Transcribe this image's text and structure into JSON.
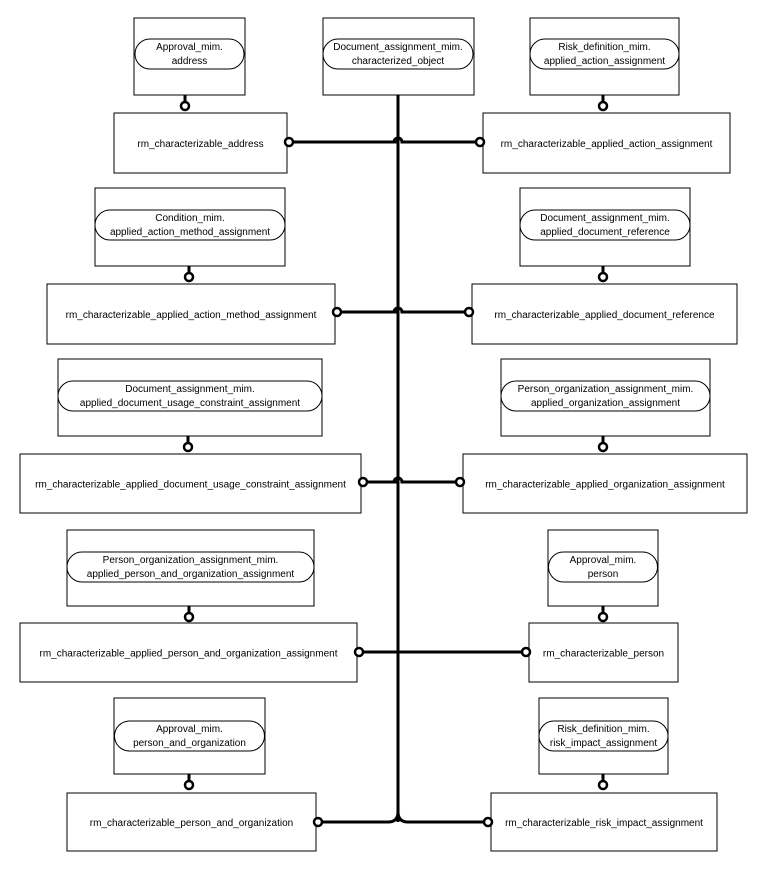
{
  "colors": {
    "line": "#000000",
    "fill": "#ffffff"
  },
  "trunk": {
    "top_label_line1": "Document_assignment_mim.",
    "top_label_line2": "characterized_object"
  },
  "left": [
    {
      "ref_line1": "Approval_mim.",
      "ref_line2": "address",
      "type_label": "rm_characterizable_address"
    },
    {
      "ref_line1": "Condition_mim.",
      "ref_line2": "applied_action_method_assignment",
      "type_label": "rm_characterizable_applied_action_method_assignment"
    },
    {
      "ref_line1": "Document_assignment_mim.",
      "ref_line2": "applied_document_usage_constraint_assignment",
      "type_label": "rm_characterizable_applied_document_usage_constraint_assignment"
    },
    {
      "ref_line1": "Person_organization_assignment_mim.",
      "ref_line2": "applied_person_and_organization_assignment",
      "type_label": "rm_characterizable_applied_person_and_organization_assignment"
    },
    {
      "ref_line1": "Approval_mim.",
      "ref_line2": "person_and_organization",
      "type_label": "rm_characterizable_person_and_organization"
    }
  ],
  "right": [
    {
      "ref_line1": "Risk_definition_mim.",
      "ref_line2": "applied_action_assignment",
      "type_label": "rm_characterizable_applied_action_assignment"
    },
    {
      "ref_line1": "Document_assignment_mim.",
      "ref_line2": "applied_document_reference",
      "type_label": "rm_characterizable_applied_document_reference"
    },
    {
      "ref_line1": "Person_organization_assignment_mim.",
      "ref_line2": "applied_organization_assignment",
      "type_label": "rm_characterizable_applied_organization_assignment"
    },
    {
      "ref_line1": "Approval_mim.",
      "ref_line2": "person",
      "type_label": "rm_characterizable_person"
    },
    {
      "ref_line1": "Risk_definition_mim.",
      "ref_line2": "risk_impact_assignment",
      "type_label": "rm_characterizable_risk_impact_assignment"
    }
  ]
}
